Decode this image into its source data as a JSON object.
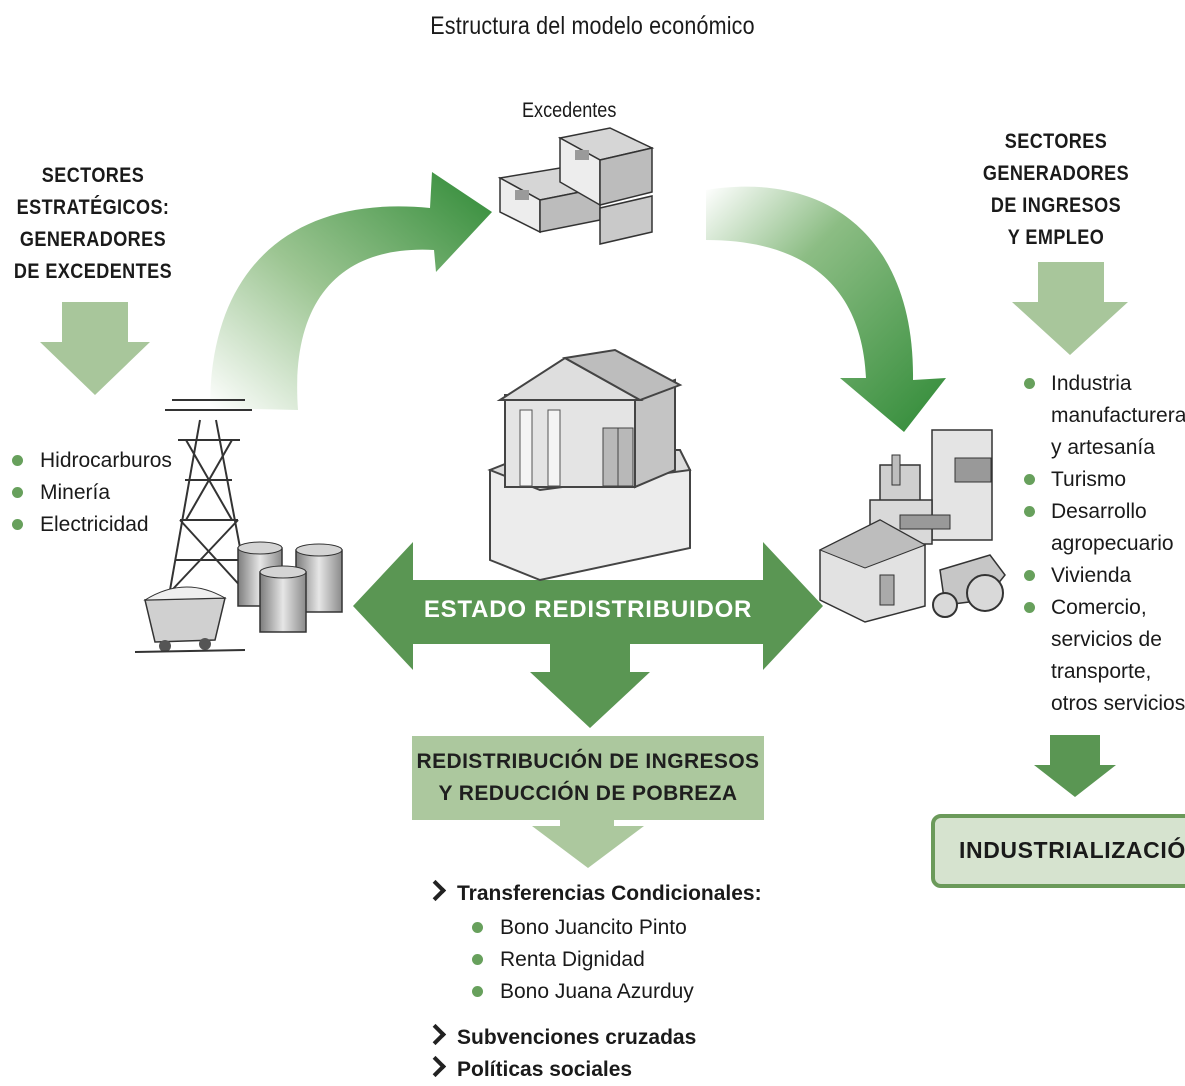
{
  "title": "Estructura del modelo económico",
  "excedentes_label": "Excedentes",
  "left": {
    "heading_lines": [
      "SECTORES",
      "ESTRATÉGICOS:",
      "GENERADORES",
      "DE EXCEDENTES"
    ],
    "items": [
      "Hidrocarburos",
      "Minería",
      "Electricidad"
    ]
  },
  "right": {
    "heading_lines": [
      "SECTORES",
      "GENERADORES",
      "DE INGRESOS",
      "Y EMPLEO"
    ],
    "items": [
      [
        "Industria",
        "manufacturera",
        "y artesanía"
      ],
      [
        "Turismo"
      ],
      [
        "Desarrollo",
        "agropecuario"
      ],
      [
        "Vivienda"
      ],
      [
        "Comercio,",
        "servicios de",
        "transporte,",
        "otros servicios"
      ]
    ]
  },
  "center": {
    "estado_label": "ESTADO REDISTRIBUIDOR",
    "redistribucion_lines": [
      "REDISTRIBUCIÓN DE INGRESOS",
      "Y REDUCCIÓN DE POBREZA"
    ],
    "programs": [
      {
        "label": "Transferencias Condicionales:",
        "items": [
          "Bono Juancito Pinto",
          "Renta Dignidad",
          "Bono Juana Azurduy"
        ]
      },
      {
        "label": "Subvenciones cruzadas",
        "items": []
      },
      {
        "label": "Políticas sociales",
        "items": []
      }
    ]
  },
  "industrializacion_label": "INDUSTRIALIZACIÓN",
  "colors": {
    "dark_green": "#3d8a3a",
    "mid_green": "#5a9653",
    "light_green": "#a8c69b",
    "box_light": "#acc89e",
    "bullet": "#67a05c"
  }
}
